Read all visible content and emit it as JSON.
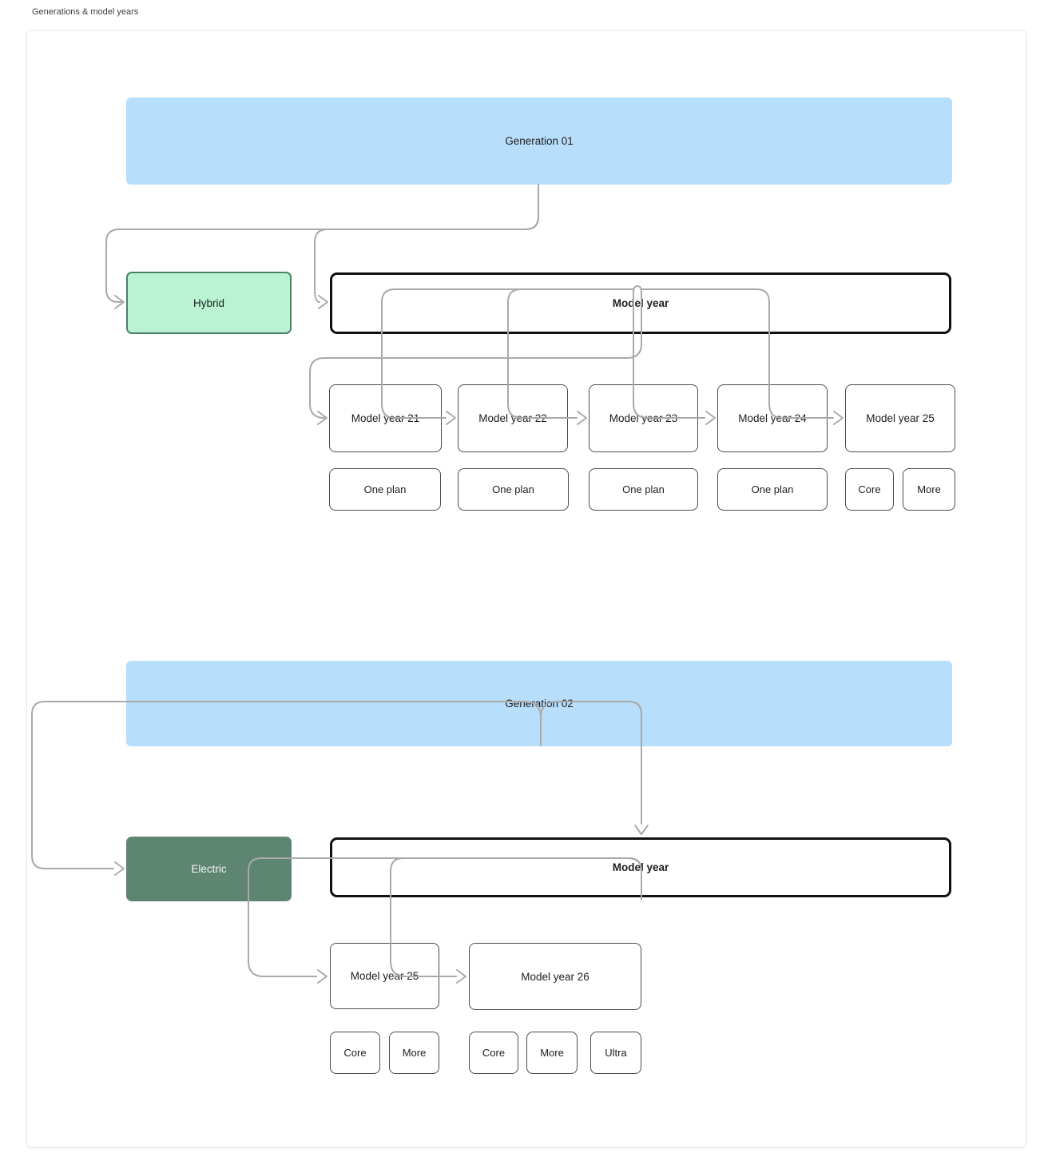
{
  "page": {
    "title": "Generations & model years"
  },
  "colors": {
    "generation_fill": "#b7defb",
    "hybrid_fill": "#b9f3d4",
    "hybrid_border": "#4a8165",
    "electric_fill": "#5e8572",
    "group_border": "#101010",
    "year_border": "#4c4c4c",
    "connector": "#a9a9a9"
  },
  "generation1": {
    "label": "Generation 01",
    "variant": "Hybrid",
    "group_label": "Model year",
    "years": [
      {
        "label": "Model year 21"
      },
      {
        "label": "Model year 22"
      },
      {
        "label": "Model year 23"
      },
      {
        "label": "Model year 24"
      },
      {
        "label": "Model year 25"
      }
    ],
    "plans": [
      "One plan",
      "One plan",
      "One plan",
      "One plan",
      "Core",
      "More"
    ]
  },
  "generation2": {
    "label": "Generation 02",
    "variant": "Electric",
    "group_label": "Model year",
    "years": [
      {
        "label": "Model year 25"
      },
      {
        "label": "Model year 26"
      }
    ],
    "plans": [
      "Core",
      "More",
      "Core",
      "More",
      "Ultra"
    ]
  }
}
